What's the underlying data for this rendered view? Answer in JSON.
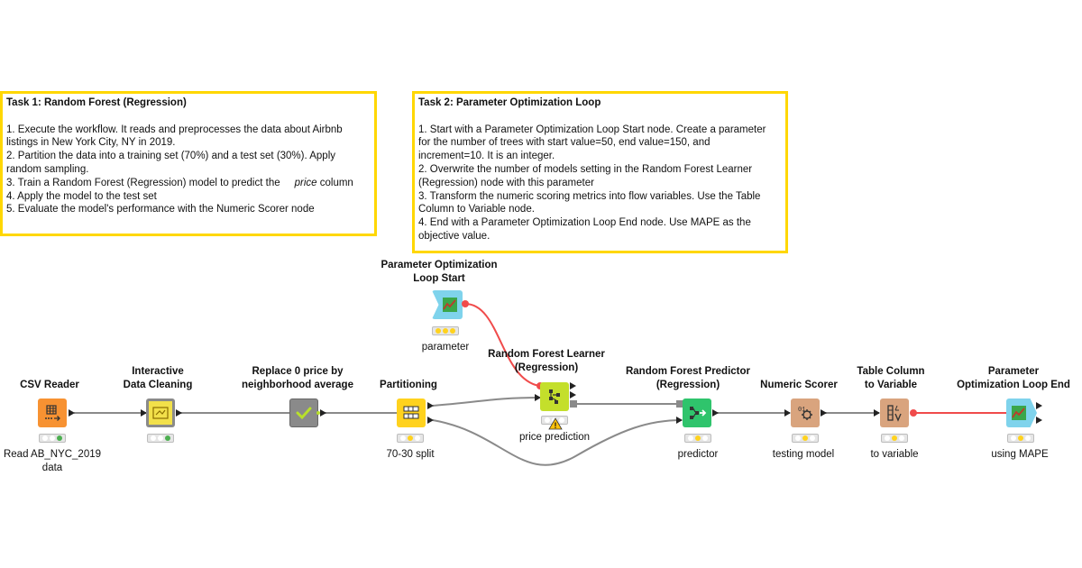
{
  "annotations": {
    "task1": {
      "title": "Task 1: Random Forest (Regression)",
      "lines": [
        "1. Execute the workflow. It reads and preprocesses the data about Airbnb",
        "listings in New York City, NY in 2019.",
        "2. Partition the data into a training set (70%) and a test set (30%). Apply",
        "random sampling.",
        "3. Train a Random Forest (Regression) model to predict the",
        "4. Apply the model to the test set",
        "5. Evaluate the model's performance with the Numeric Scorer node"
      ],
      "italic_word": "price",
      "after_italic": " column"
    },
    "task2": {
      "title": "Task 2: Parameter Optimization Loop",
      "lines": [
        "1. Start with a Parameter Optimization Loop Start node. Create a parameter",
        "for the number of trees with start value=50, end value=150, and",
        "increment=10. It is an integer.",
        "2. Overwrite the number of models setting in the Random Forest Learner",
        "(Regression) node with this parameter",
        "3. Transform the numeric scoring metrics into flow variables. Use the Table",
        "Column to Variable node.",
        "4. End with a Parameter Optimization Loop End node. Use MAPE as the",
        "objective value."
      ]
    }
  },
  "nodes": {
    "csv_reader": {
      "title": "CSV Reader",
      "label_line1": "Read AB_NYC_2019",
      "label_line2": "data",
      "color": "#f79232",
      "icon": "csv-reader-icon",
      "status": [
        "white",
        "white",
        "green"
      ]
    },
    "interactive_cleaning": {
      "title_line1": "Interactive",
      "title_line2": "Data Cleaning",
      "label": "",
      "color": "#f2e04a",
      "icon": "component-icon",
      "status": [
        "white",
        "white",
        "green"
      ]
    },
    "replace_price": {
      "title_line1": "Replace 0 price by",
      "title_line2": "neighborhood average",
      "label": "",
      "color": "#8a8a8a",
      "icon": "metanode-check-icon"
    },
    "partitioning": {
      "title": "Partitioning",
      "label": "70-30 split",
      "color": "#ffd21e",
      "icon": "partition-icon",
      "status": [
        "white",
        "yellow",
        "white"
      ]
    },
    "param_loop_start": {
      "title_line1": "Parameter Optimization",
      "title_line2": "Loop Start",
      "label": "parameter",
      "color": "#7fd3ec",
      "icon": "loop-start-icon",
      "status": [
        "yellow",
        "yellow",
        "yellow"
      ]
    },
    "rf_learner": {
      "title_line1": "Random Forest Learner",
      "title_line2": "(Regression)",
      "label": "price prediction",
      "color": "#c4df2b",
      "icon": "learner-icon",
      "status": [
        "white",
        "white",
        "white"
      ],
      "warning": "!"
    },
    "rf_predictor": {
      "title_line1": "Random Forest Predictor",
      "title_line2": "(Regression)",
      "label": "predictor",
      "color": "#2fc46c",
      "icon": "predictor-icon",
      "status": [
        "white",
        "yellow",
        "white"
      ]
    },
    "numeric_scorer": {
      "title": "Numeric Scorer",
      "label": "testing model",
      "color": "#d9a47e",
      "icon": "scorer-icon",
      "status": [
        "white",
        "yellow",
        "white"
      ]
    },
    "table_col_var": {
      "title_line1": "Table Column",
      "title_line2": "to Variable",
      "label": "to variable",
      "color": "#d9a47e",
      "icon": "table-to-variable-icon",
      "status": [
        "white",
        "yellow",
        "white"
      ]
    },
    "param_loop_end": {
      "title_line1": "Parameter",
      "title_line2": "Optimization Loop End",
      "label": "using MAPE",
      "color": "#7fd3ec",
      "icon": "loop-end-icon",
      "status": [
        "white",
        "yellow",
        "white"
      ]
    }
  },
  "colors": {
    "annotation_border": "#ffd700",
    "data_connection": "#8a8a8a",
    "variable_connection": "#f04b4b"
  }
}
